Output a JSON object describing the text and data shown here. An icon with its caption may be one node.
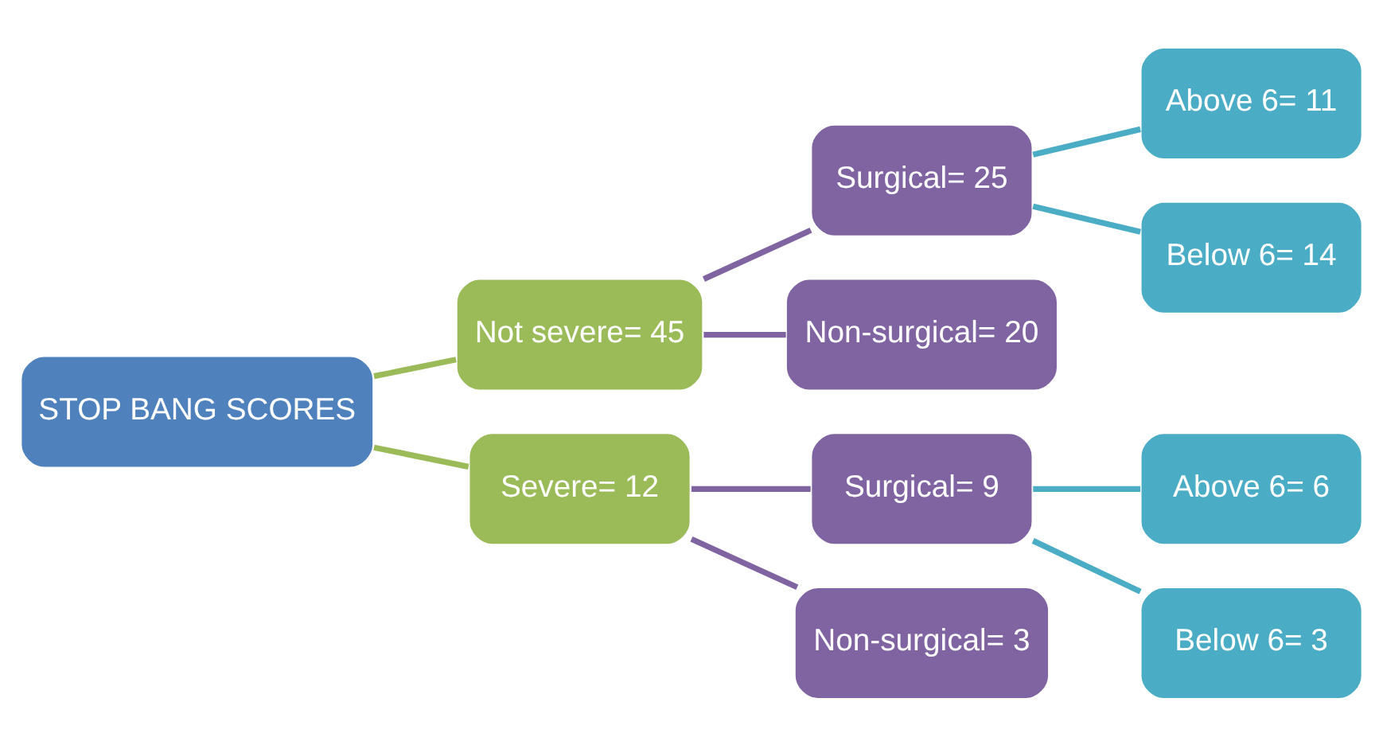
{
  "diagram": {
    "nodes": [
      {
        "text": [
          "STOP BANG SCORES"
        ]
      },
      {
        "text": [
          "Not severe= 45"
        ]
      },
      {
        "text": [
          "Surgical= 25"
        ]
      },
      {
        "text": [
          "Above 6= 11"
        ]
      },
      {
        "text": [
          "Below 6= 14"
        ]
      },
      {
        "text": [
          "Non-surgical= 20"
        ]
      },
      {
        "text": [
          "Severe= 12"
        ]
      },
      {
        "text": [
          "Surgical= 9"
        ]
      },
      {
        "text": [
          "Above 6= 6"
        ]
      },
      {
        "text": [
          "Below 6= 3"
        ]
      },
      {
        "text": [
          "Non-surgical= 3"
        ]
      }
    ],
    "edges": [
      {
        "from": 0,
        "to": 1,
        "arrow": "none",
        "color": "#9bbb59"
      },
      {
        "from": 0,
        "to": 6,
        "arrow": "none",
        "color": "#9bbb59"
      },
      {
        "from": 1,
        "to": 2,
        "arrow": "none",
        "color": "#8064a2"
      },
      {
        "from": 1,
        "to": 5,
        "arrow": "none",
        "color": "#8064a2"
      },
      {
        "from": 2,
        "to": 3,
        "arrow": "none",
        "color": "#4bacc6"
      },
      {
        "from": 2,
        "to": 4,
        "arrow": "none",
        "color": "#4bacc6"
      },
      {
        "from": 6,
        "to": 7,
        "arrow": "none",
        "color": "#8064a2"
      },
      {
        "from": 6,
        "to": 10,
        "arrow": "none",
        "color": "#8064a2"
      },
      {
        "from": 7,
        "to": 8,
        "arrow": "none",
        "color": "#4bacc6"
      },
      {
        "from": 7,
        "to": 9,
        "arrow": "none",
        "color": "#4bacc6"
      }
    ]
  }
}
